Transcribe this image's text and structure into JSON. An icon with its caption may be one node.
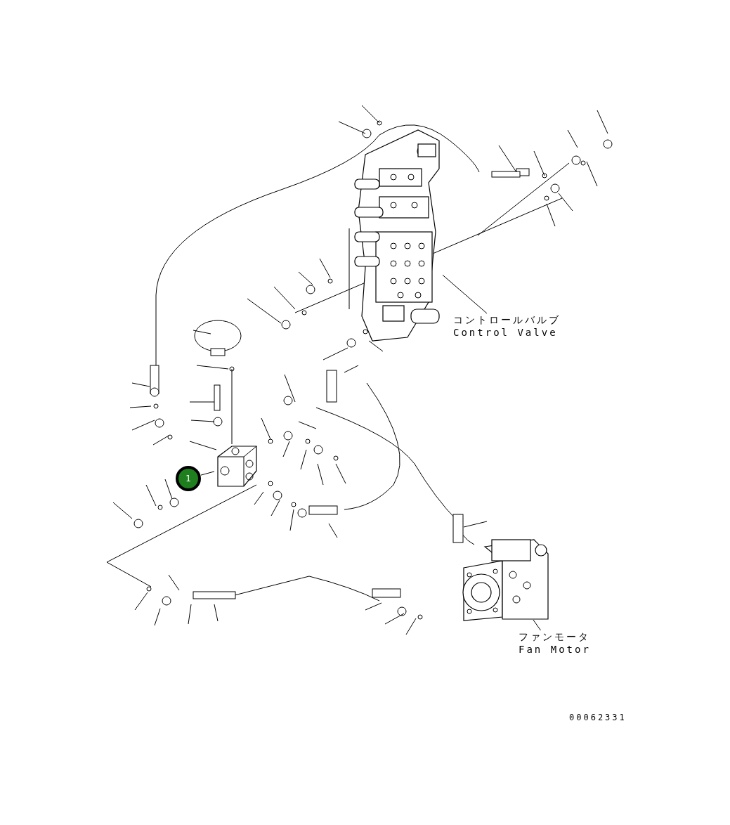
{
  "diagram": {
    "nodes": [
      {
        "text": [],
        "shape": "picture"
      },
      {
        "text": [],
        "shape": "picture"
      },
      {
        "text": [],
        "shape": "picture"
      },
      {
        "text": [
          "コントロールバルブ",
          "Control Valve"
        ]
      },
      {
        "text": [
          "ファンモータ",
          "Fan Motor"
        ]
      },
      {
        "text": [
          "1"
        ]
      }
    ],
    "edges": [
      {
        "from": 3,
        "to": 0,
        "arrow": "none"
      },
      {
        "from": 4,
        "to": 1,
        "arrow": "none"
      },
      {
        "from": 5,
        "to": 2,
        "arrow": "none"
      }
    ],
    "labels": [
      "00062331"
    ]
  }
}
